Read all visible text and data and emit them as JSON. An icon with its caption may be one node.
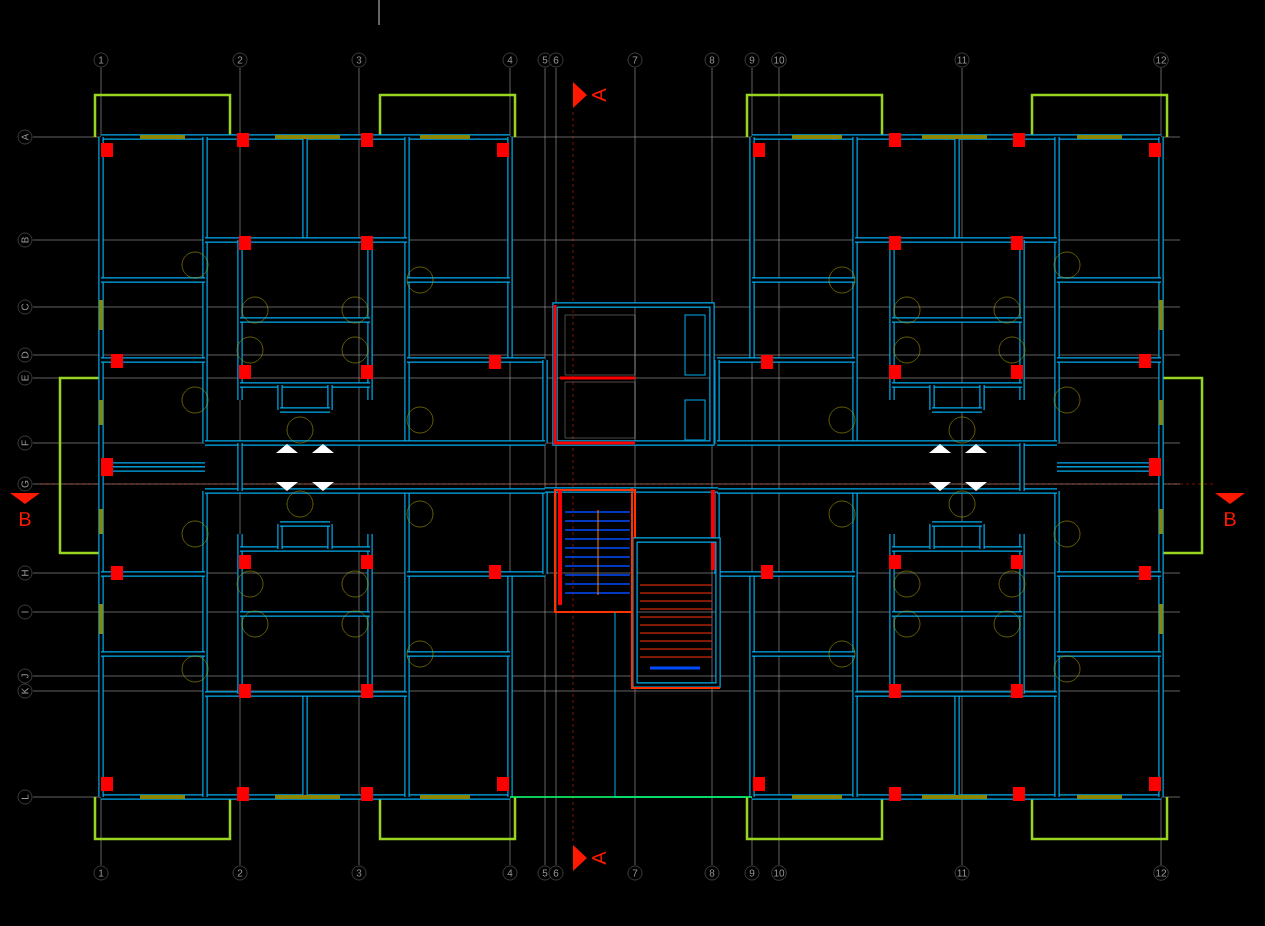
{
  "diagram": {
    "labels": [
      "1",
      "2",
      "3",
      "4",
      "5",
      "6",
      "7",
      "8",
      "9",
      "10",
      "11",
      "12",
      "A",
      "A",
      "B",
      "C",
      "D",
      "E",
      "F",
      "G",
      "H",
      "I",
      "J",
      "K",
      "L",
      "B",
      "B",
      "1",
      "2",
      "3",
      "4",
      "5",
      "6",
      "7",
      "8",
      "9",
      "10",
      "11",
      "12",
      "A"
    ]
  }
}
